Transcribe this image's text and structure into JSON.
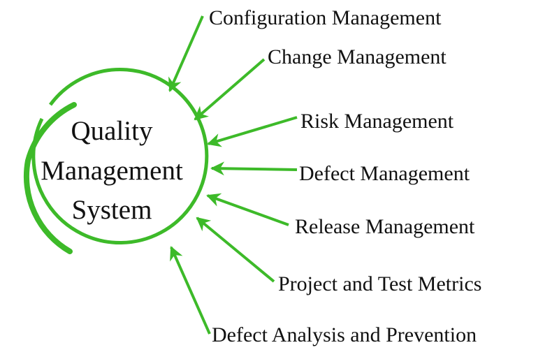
{
  "center": {
    "lines": [
      "Quality",
      "Management",
      "System"
    ]
  },
  "items": [
    {
      "label": "Configuration Management"
    },
    {
      "label": "Change Management"
    },
    {
      "label": "Risk Management"
    },
    {
      "label": "Defect Management"
    },
    {
      "label": "Release Management"
    },
    {
      "label": "Project and Test Metrics"
    },
    {
      "label": "Defect Analysis and Prevention"
    }
  ],
  "colors": {
    "accent": "#3dba29",
    "text": "#111111"
  }
}
